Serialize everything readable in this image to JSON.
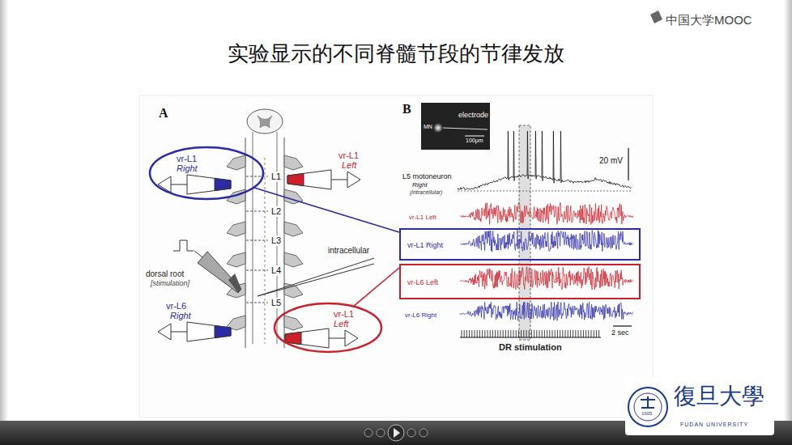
{
  "diagram": {
    "title": "实验显示的不同脊髓节段的节律发放",
    "nodes": [
      {
        "text": [
          "vr-L1",
          "Right"
        ]
      },
      {
        "text": [
          "vr-L1",
          "Left"
        ]
      },
      {
        "text": [
          "vr-L1 Right"
        ]
      },
      {
        "text": [
          "vr-L6 Left"
        ]
      }
    ],
    "edges": [
      {
        "from": 0,
        "to": 2,
        "arrow": "none"
      },
      {
        "from": 1,
        "to": 3,
        "arrow": "none"
      }
    ],
    "labels": [
      "中国大学MOOC",
      "A",
      "vr-L1",
      "Left",
      "L1",
      "L2",
      "L3",
      "L4",
      "L5",
      "dorsal root",
      "[stimulation]",
      "intracellular",
      "vr-L6",
      "Right",
      "B",
      "MN",
      "electrode",
      "100μm",
      "20 mV",
      "L5 motoneuron",
      "Right",
      "(intracellular)",
      "vr-L1 Left",
      "vr-L6 Right",
      "2 sec",
      "DR stimulation",
      "復旦大學",
      "FUDAN UNIVERSITY",
      "1905"
    ]
  }
}
